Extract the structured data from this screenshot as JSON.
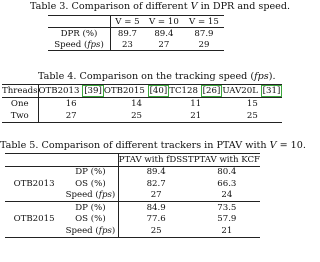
{
  "table3": {
    "caption": "Table 3. Comparison of different V in DPR and speed.",
    "caption_parts": [
      "Table 3. Comparison of different ",
      "V",
      " in DPR and speed."
    ],
    "headers": [
      "",
      "V = 5",
      "V = 10",
      "V = 15"
    ],
    "rows": [
      {
        "label": "DPR (%)",
        "values": [
          "89.7",
          "89.4",
          "87.9"
        ]
      },
      {
        "label": "Speed (fps)",
        "label_parts": [
          "Speed (",
          "fps",
          ")"
        ],
        "values": [
          "23",
          "27",
          "29"
        ]
      }
    ]
  },
  "table4": {
    "caption": "Table 4. Comparison on the tracking speed (fps).",
    "caption_parts": [
      "Table 4. Comparison on the tracking speed (",
      "fps",
      ")."
    ],
    "headers": [
      {
        "name": "Threads"
      },
      {
        "name": "OTB2013",
        "ref": "[39]"
      },
      {
        "name": "OTB2015",
        "ref": "[40]"
      },
      {
        "name": "TC128",
        "ref": "[26]"
      },
      {
        "name": "UAV20L",
        "ref": "[31]"
      }
    ],
    "rows": [
      {
        "label": "One",
        "values": [
          "16",
          "14",
          "11",
          "15"
        ]
      },
      {
        "label": "Two",
        "values": [
          "27",
          "25",
          "21",
          "25"
        ]
      }
    ]
  },
  "table5": {
    "caption": "Table 5. Comparison of different trackers in PTAV with V = 10.",
    "caption_parts": [
      "Table 5. Comparison of different trackers in PTAV with ",
      "V",
      " = 10."
    ],
    "headers": [
      "PTAV with fDSST",
      "PTAV with KCF"
    ],
    "groups": [
      {
        "name": "OTB2013",
        "rows": [
          {
            "metric": "DP (%)",
            "values": [
              "89.4",
              "80.4"
            ]
          },
          {
            "metric": "OS (%)",
            "values": [
              "82.7",
              "66.3"
            ]
          },
          {
            "metric": "Speed (fps)",
            "metric_parts": [
              "Speed (",
              "fps",
              ")"
            ],
            "values": [
              "27",
              "24"
            ]
          }
        ]
      },
      {
        "name": "OTB2015",
        "rows": [
          {
            "metric": "DP (%)",
            "values": [
              "84.9",
              "73.5"
            ]
          },
          {
            "metric": "OS (%)",
            "values": [
              "77.6",
              "57.9"
            ]
          },
          {
            "metric": "Speed (fps)",
            "metric_parts": [
              "Speed (",
              "fps",
              ")"
            ],
            "values": [
              "25",
              "21"
            ]
          }
        ]
      }
    ]
  },
  "colors": {
    "citation_box": "#3aa63a",
    "text": "#111111"
  }
}
